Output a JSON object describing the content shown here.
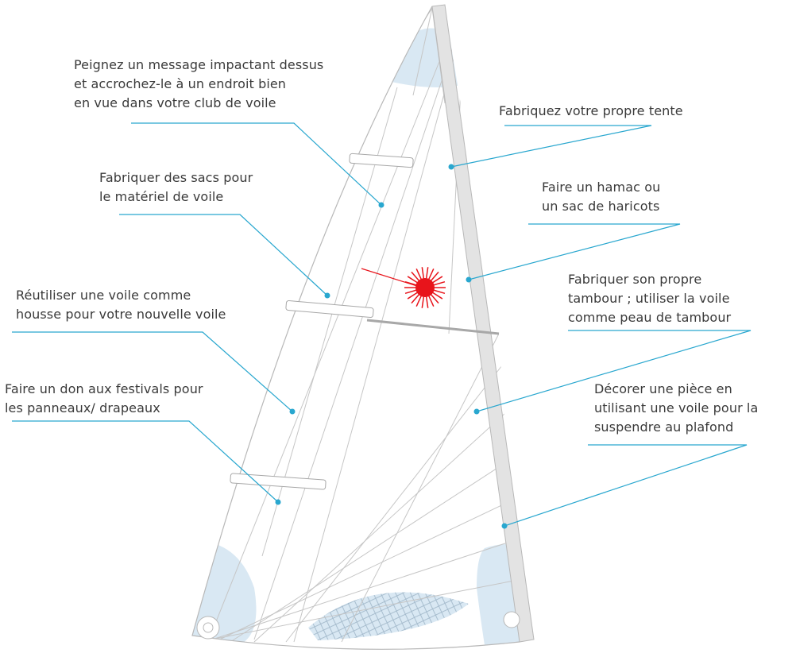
{
  "annotations": [
    {
      "id": "message",
      "lines": [
        "Peignez un message impactant dessus",
        "et accrochez-le à un endroit bien",
        "en vue dans votre club de voile"
      ]
    },
    {
      "id": "tent",
      "lines": [
        "Fabriquez votre propre tente"
      ]
    },
    {
      "id": "bags",
      "lines": [
        "Fabriquer des sacs pour",
        "le matériel de voile"
      ]
    },
    {
      "id": "hammock",
      "lines": [
        "Faire un hamac ou",
        "un sac de haricots"
      ]
    },
    {
      "id": "cover",
      "lines": [
        "Réutiliser une voile comme",
        "housse pour votre nouvelle voile"
      ]
    },
    {
      "id": "drum",
      "lines": [
        "Fabriquer son propre",
        "tambour ; utiliser la voile",
        "comme peau de tambour"
      ]
    },
    {
      "id": "festival",
      "lines": [
        "Faire un don aux festivals pour",
        "les panneaux/ drapeaux"
      ]
    },
    {
      "id": "decor",
      "lines": [
        "Décorer une pièce en",
        "utilisant une voile pour la",
        "suspendre au plafond"
      ]
    }
  ],
  "colors": {
    "line": "#29a7cf",
    "sail_outline": "#b8b8b8",
    "reinforcement": "#d9e8f3",
    "mast": "#e3e3e3",
    "damage": "#e8141b",
    "text": "#3a3a3a"
  }
}
